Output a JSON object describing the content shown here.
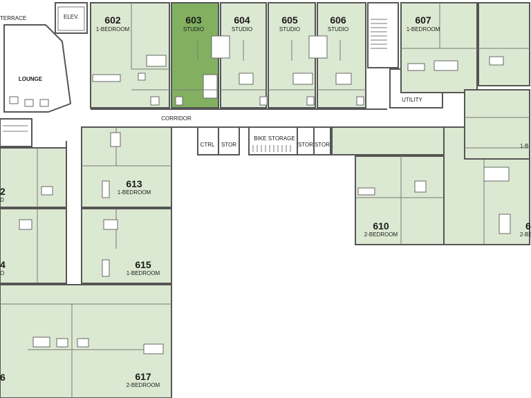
{
  "plan": {
    "terrace": "TERRACE",
    "elevator": "ELEV.",
    "lounge": "LOUNGE",
    "corridor": "CORRIDOR",
    "utility": "UTILITY",
    "ctrl": "CTRL",
    "stor1": "STOR",
    "bike_storage": "BIKE STORAGE",
    "stor2": "STOR",
    "stor3": "STOR",
    "units": [
      {
        "number": "602",
        "type": "1-BEDROOM"
      },
      {
        "number": "603",
        "type": "STUDIO",
        "highlighted": true
      },
      {
        "number": "604",
        "type": "STUDIO"
      },
      {
        "number": "605",
        "type": "STUDIO"
      },
      {
        "number": "606",
        "type": "STUDIO"
      },
      {
        "number": "607",
        "type": "1-BEDROOM"
      },
      {
        "number": "613",
        "type": "1-BEDROOM"
      },
      {
        "number": "615",
        "type": "1-BEDROOM"
      },
      {
        "number": "610",
        "type": "2-BEDROOM"
      },
      {
        "number": "617",
        "type": "2-BEDROOM"
      }
    ],
    "partial_labels": {
      "left_a": "2",
      "left_a_type": "D",
      "left_b": "4",
      "left_b_type": "O",
      "left_c": "6",
      "right_a_type": "1-B",
      "right_b": "6",
      "right_b_type": "2-BE"
    },
    "colors": {
      "unit_fill": "#dce9d2",
      "highlight_fill": "#82b060",
      "wall": "#555555"
    }
  }
}
